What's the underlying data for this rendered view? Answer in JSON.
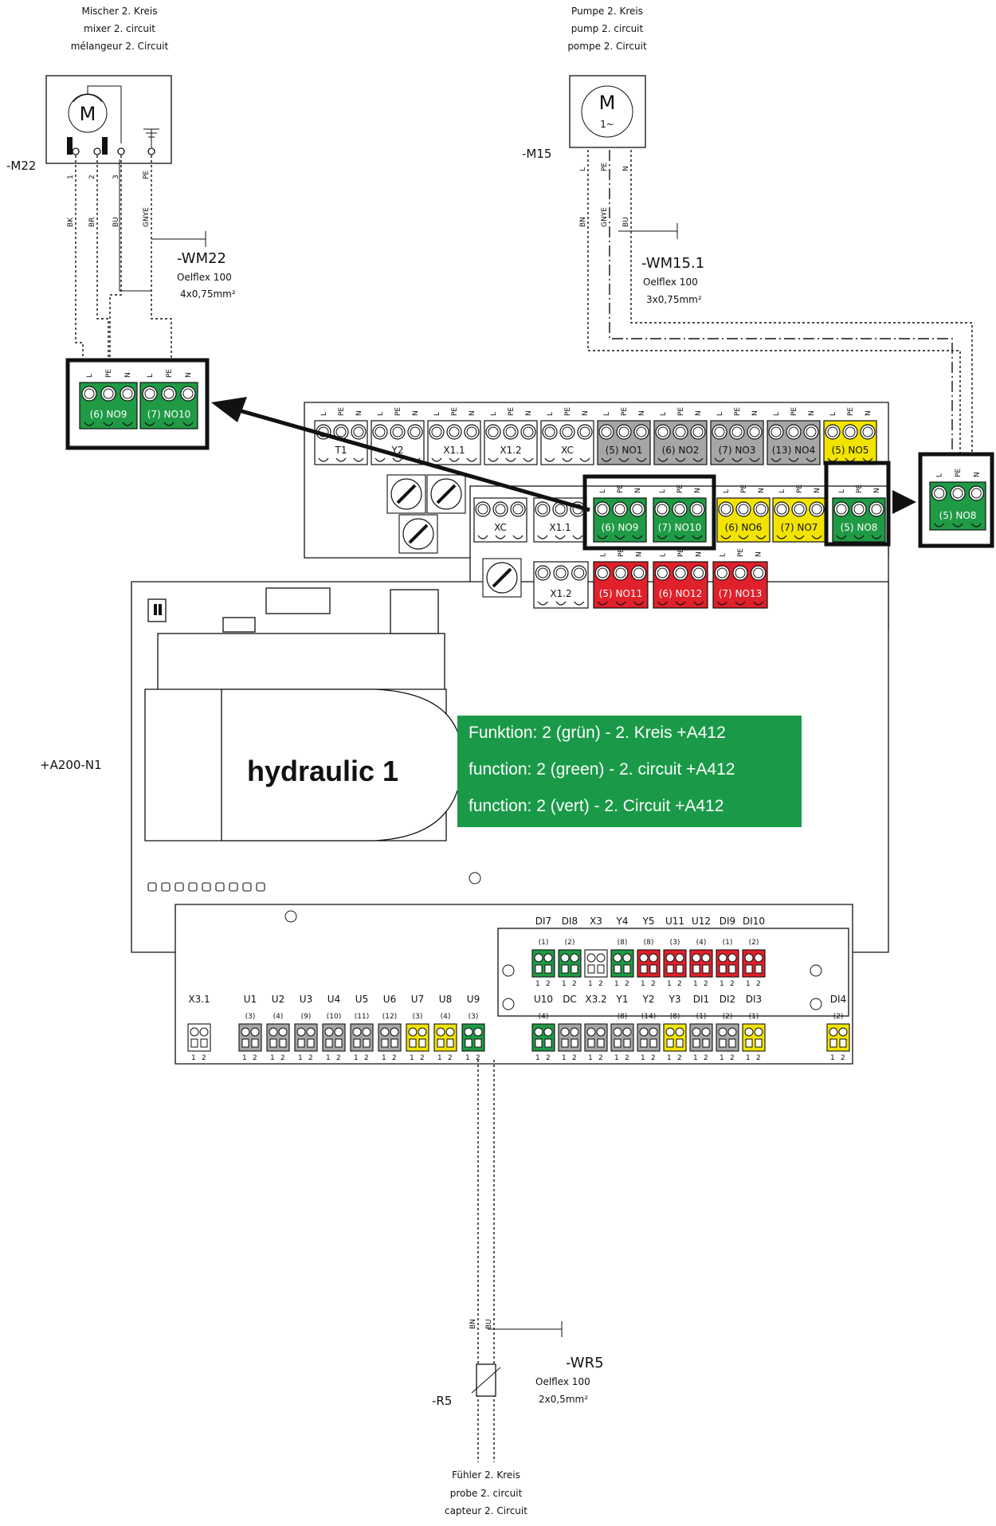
{
  "mixer": {
    "label_de": "Mischer  2. Kreis",
    "label_en": "mixer 2. circuit",
    "label_fr": "mélangeur 2. Circuit",
    "tag": "-M22",
    "motor": "M",
    "terminals": [
      "1",
      "2",
      "3",
      "PE"
    ],
    "wire_colors": [
      "BK",
      "BR",
      "BU",
      "GNYE"
    ],
    "cable_tag": "-WM22",
    "cable_type": "Oelflex 100",
    "cable_size": "4x0,75mm²"
  },
  "pump": {
    "label_de": "Pumpe 2. Kreis",
    "label_en": "pump 2. circuit",
    "label_fr": "pompe 2. Circuit",
    "tag": "-M15",
    "motor": "M",
    "motor_sub": "1~",
    "terminals": [
      "L",
      "PE",
      "N"
    ],
    "wire_colors": [
      "BN",
      "GNYE",
      "BU"
    ],
    "cable_tag": "-WM15.1",
    "cable_type": "Oelflex 100",
    "cable_size": "3x0,75mm²"
  },
  "sensor": {
    "label_de": "Fühler 2. Kreis",
    "label_en": "probe 2. circuit",
    "label_fr": "capteur 2. Circuit",
    "tag": "-R5",
    "wire_colors": [
      "BN",
      "BU"
    ],
    "cable_tag": "-WR5",
    "cable_type": "Oelflex 100",
    "cable_size": "2x0,5mm²"
  },
  "controller": {
    "tag": "+A200-N1",
    "name": "hydraulic 1",
    "function_de": "Funktion: 2 (grün) - 2. Kreis +A412",
    "function_en": "function: 2 (green) - 2. circuit +A412",
    "function_fr": "function: 2 (vert) - 2. Circuit +A412"
  },
  "pins_lpen": [
    "L",
    "PE",
    "N"
  ],
  "top_blocks": [
    {
      "label": "T1",
      "color": "white"
    },
    {
      "label": "Y2",
      "color": "white"
    },
    {
      "label": "X1.1",
      "color": "white"
    },
    {
      "label": "X1.2",
      "color": "white"
    },
    {
      "label": "XC",
      "color": "white"
    },
    {
      "label": "(5)  NO1",
      "color": "gray"
    },
    {
      "label": "(6)  NO2",
      "color": "gray"
    },
    {
      "label": "(7)  NO3",
      "color": "gray"
    },
    {
      "label": "(13)  NO4",
      "color": "gray"
    },
    {
      "label": "(5)  NO5",
      "color": "yellow"
    }
  ],
  "mid_blocks": [
    {
      "label": "XC",
      "color": "white"
    },
    {
      "label": "X1.1",
      "color": "white"
    },
    {
      "label": "(6)  NO9",
      "color": "green"
    },
    {
      "label": "(7)  NO10",
      "color": "green"
    },
    {
      "label": "(6)  NO6",
      "color": "yellow"
    },
    {
      "label": "(7)  NO7",
      "color": "yellow"
    },
    {
      "label": "(5)  NO8",
      "color": "green"
    }
  ],
  "low_blocks": [
    {
      "label": "X1.2",
      "color": "white"
    },
    {
      "label": "(5)  NO11",
      "color": "red"
    },
    {
      "label": "(6)  NO12",
      "color": "red"
    },
    {
      "label": "(7)  NO13",
      "color": "red"
    }
  ],
  "zoom_left": [
    {
      "label": "(6)  NO9"
    },
    {
      "label": "(7)  NO10"
    }
  ],
  "zoom_right": {
    "label": "(5)  NO8"
  },
  "upper_signal_labels": [
    "DI7",
    "DI8",
    "X3",
    "Y4",
    "Y5",
    "U11",
    "U12",
    "DI9",
    "DI10"
  ],
  "upper_signal_nums": [
    "(1)",
    "(2)",
    "",
    "(8)",
    "(8)",
    "(3)",
    "(4)",
    "(1)",
    "(2)"
  ],
  "upper_signal_colors": [
    "green",
    "green",
    "white",
    "green",
    "red",
    "red",
    "red",
    "red",
    "red"
  ],
  "lower_left_labels": [
    "X3.1",
    "U1",
    "U2",
    "U3",
    "U4",
    "U5",
    "U6",
    "U7",
    "U8",
    "U9"
  ],
  "lower_left_nums": [
    "",
    "(3)",
    "(4)",
    "(9)",
    "(10)",
    "(11)",
    "(12)",
    "(3)",
    "(4)",
    "(3)"
  ],
  "lower_left_colors": [
    "white",
    "gray",
    "gray",
    "gray",
    "gray",
    "gray",
    "gray",
    "yellow",
    "yellow",
    "green"
  ],
  "lower_right_labels": [
    "U10",
    "DC",
    "X3.2",
    "Y1",
    "Y2",
    "Y3",
    "DI1",
    "DI2",
    "DI3",
    "DI4"
  ],
  "lower_right_nums": [
    "(4)",
    "",
    "",
    "(8)",
    "(14)",
    "(8)",
    "(1)",
    "(2)",
    "(1)",
    "(2)"
  ],
  "lower_right_colors": [
    "green",
    "gray",
    "gray",
    "gray",
    "gray",
    "yellow",
    "gray",
    "gray",
    "yellow",
    "yellow"
  ],
  "colors": {
    "green": "#1f9a45",
    "red": "#e0202a",
    "yellow": "#f2e400",
    "gray": "#a6a6a6",
    "white": "#ffffff",
    "function_box": "#1a9a48"
  }
}
